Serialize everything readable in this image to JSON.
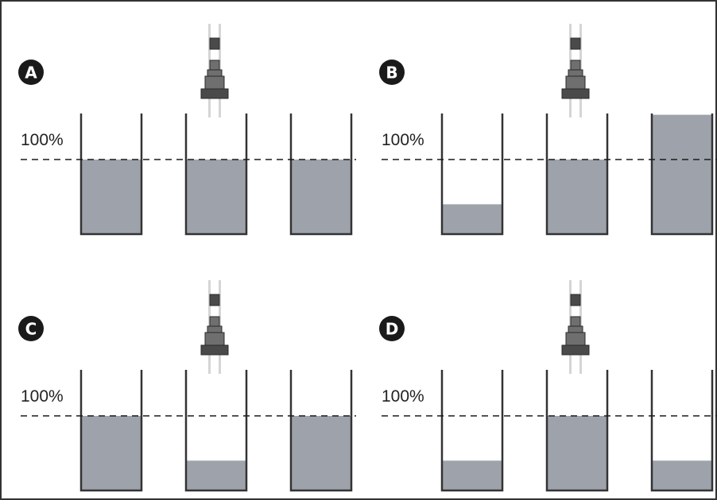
{
  "colors": {
    "background": "#ffffff",
    "frame": "#333333",
    "fill": "#9ea3ab",
    "badge": "#1a1a1a",
    "sensor_dark": "#4a4a4a",
    "sensor_mid": "#6f6f6f",
    "sensor_beam": "#d5d5d5"
  },
  "panels": [
    {
      "id": "A",
      "label": "A",
      "level_label": "100%",
      "levels": [
        1.0,
        1.0,
        1.0
      ]
    },
    {
      "id": "B",
      "label": "B",
      "level_label": "100%",
      "levels": [
        0.4,
        1.0,
        1.6
      ]
    },
    {
      "id": "C",
      "label": "C",
      "level_label": "100%",
      "levels": [
        1.0,
        0.4,
        1.0
      ]
    },
    {
      "id": "D",
      "label": "D",
      "level_label": "100%",
      "levels": [
        0.4,
        1.0,
        0.4
      ]
    }
  ],
  "icons": {
    "badge": "circled-letter-icon",
    "sensor": "level-sensor-icon"
  }
}
